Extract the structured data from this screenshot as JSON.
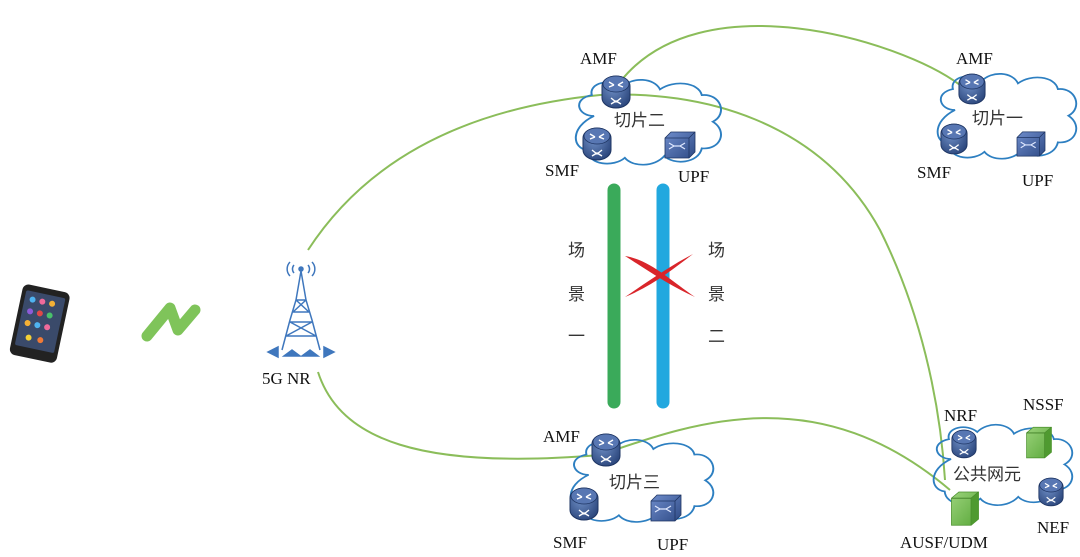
{
  "diagram": {
    "device": {
      "name": "smartphone"
    },
    "radio_link": {
      "name": "wireless-link"
    },
    "base_station": {
      "label": "5G NR"
    },
    "slices": [
      {
        "id": "slice2",
        "title": "切片二",
        "nfs": {
          "amf": "AMF",
          "smf": "SMF",
          "upf": "UPF"
        }
      },
      {
        "id": "slice1",
        "title": "切片一",
        "nfs": {
          "amf": "AMF",
          "smf": "SMF",
          "upf": "UPF"
        }
      },
      {
        "id": "slice3",
        "title": "切片三",
        "nfs": {
          "amf": "AMF",
          "smf": "SMF",
          "upf": "UPF"
        }
      }
    ],
    "common": {
      "title": "公共网元",
      "nrf": "NRF",
      "nssf": "NSSF",
      "nef": "NEF",
      "ausf_udm": "AUSF/UDM"
    },
    "scenes": [
      {
        "chars": [
          "场",
          "景",
          "一"
        ],
        "color": "#3aaa5a"
      },
      {
        "chars": [
          "场",
          "景",
          "二"
        ],
        "color": "#22a8df"
      }
    ],
    "colors": {
      "link": "#8bbd5a",
      "cloud": "#2d7fc1",
      "router": "#3e5e98",
      "green_box": "#7dc45a",
      "cross": "#d9252a"
    }
  }
}
